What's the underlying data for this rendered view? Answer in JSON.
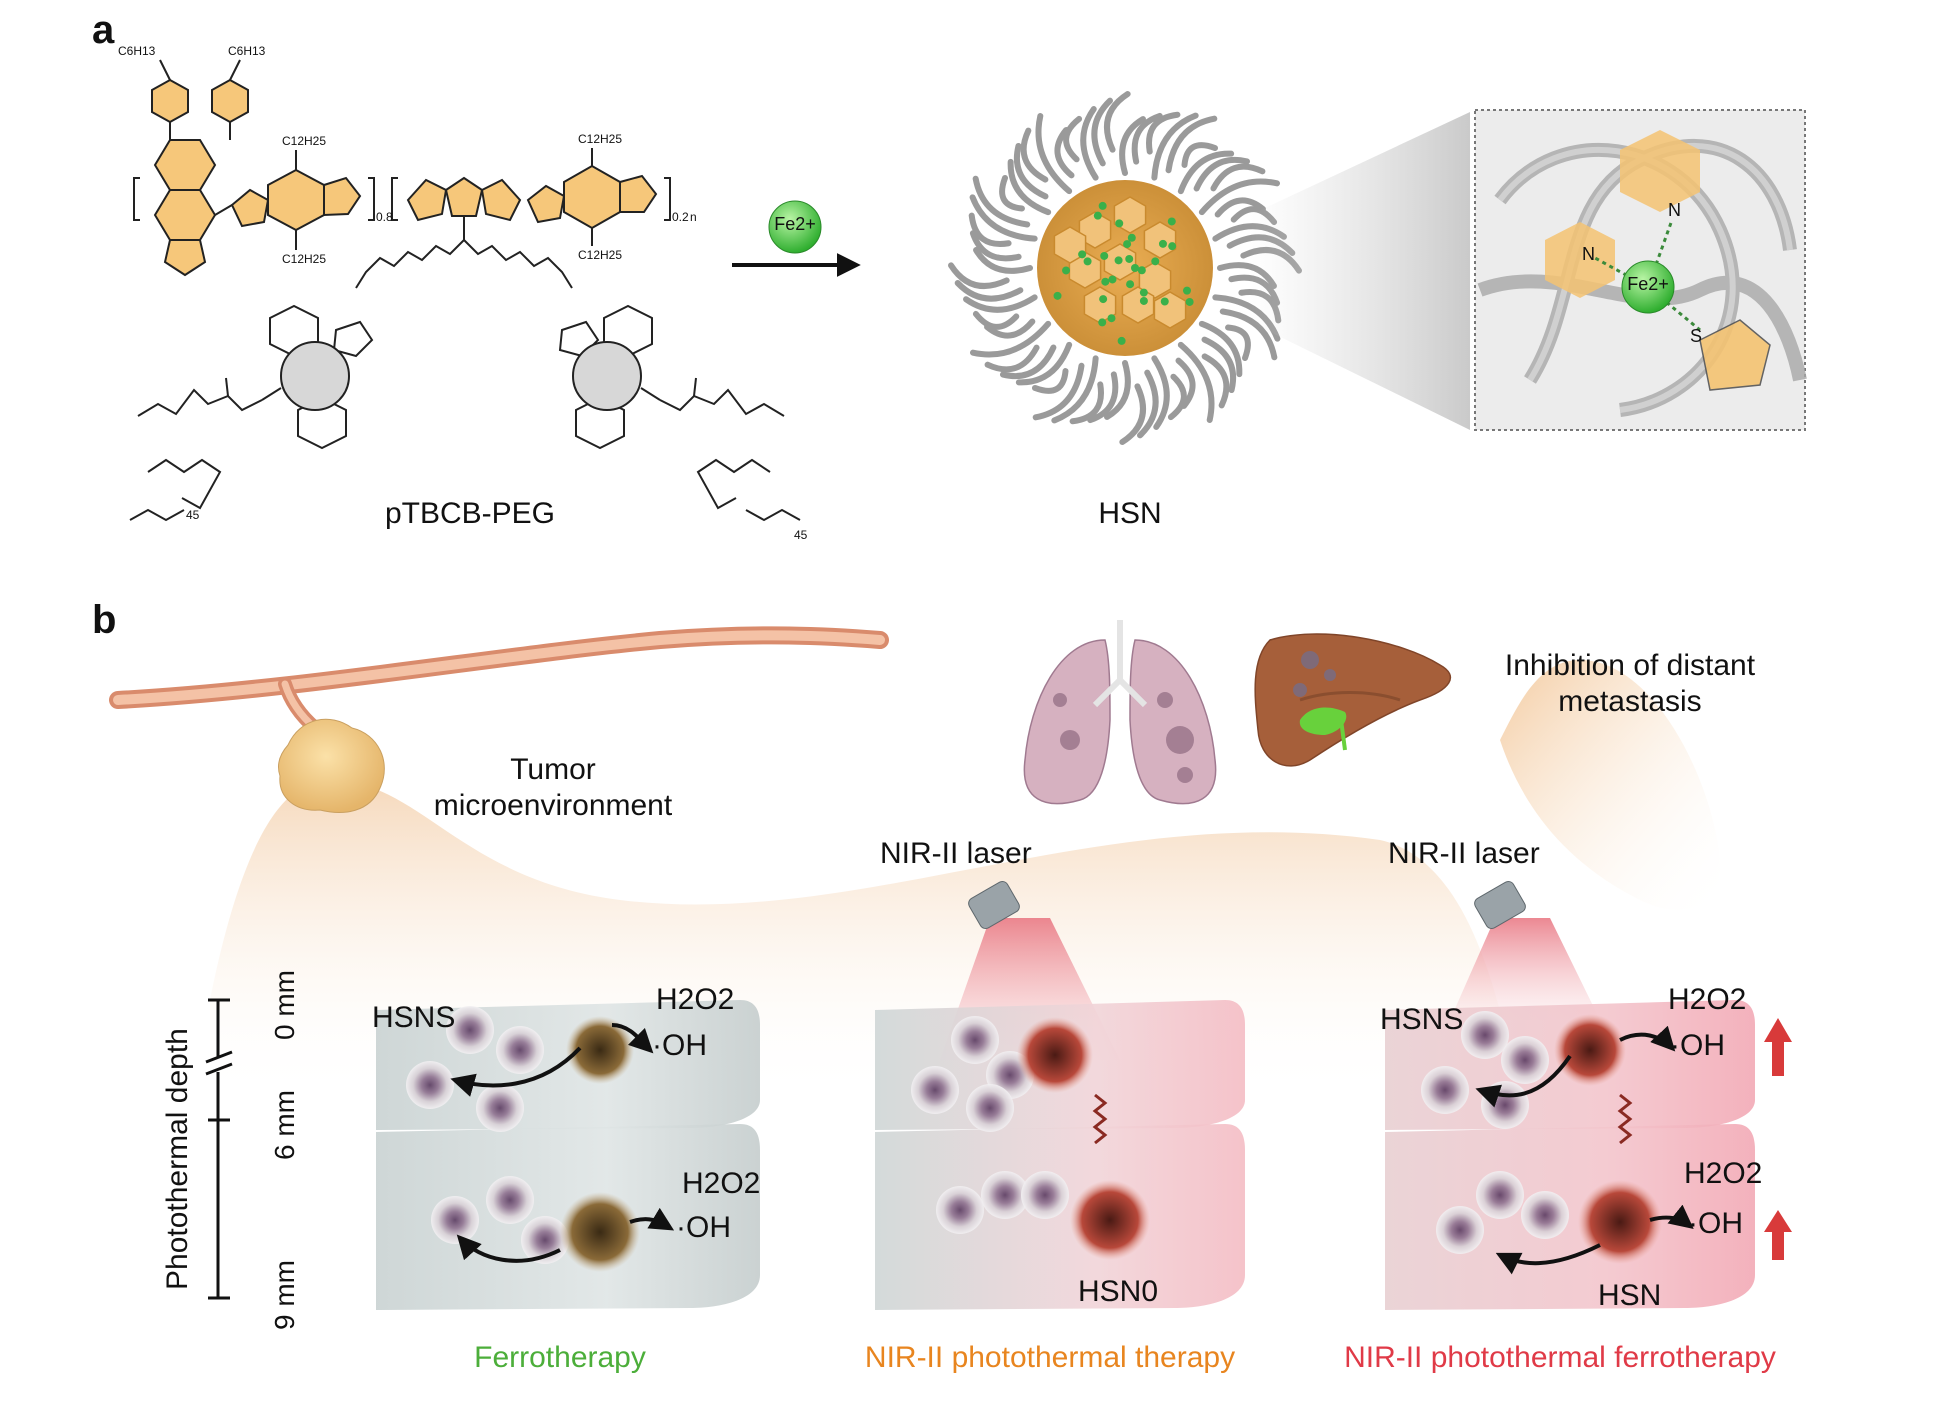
{
  "panel_a": {
    "letter": "a",
    "substituent_top_left": "C6H13",
    "substituent_top_right": "C6H13",
    "chain_1_top": "C12H25",
    "chain_1_bottom": "C12H25",
    "chain_2_top": "C12H25",
    "chain_2_bottom": "C12H25",
    "ratio_1": "0.8",
    "ratio_2": "0.2",
    "repeat_n": "n",
    "peg_repeat_left": "45",
    "peg_repeat_right": "45",
    "polymer_name": "pTBCB-PEG",
    "ion_label": "Fe2+",
    "nanoparticle_name": "HSN",
    "zoom_ion_label": "Fe2+",
    "zoom_atom_n1": "N",
    "zoom_atom_n2": "N",
    "zoom_atom_s": "S"
  },
  "panel_b": {
    "letter": "b",
    "tumor_label": "Tumor microenvironment",
    "metastasis_label": "Inhibition of distant metastasis",
    "laser_label_1": "NIR-II laser",
    "laser_label_2": "NIR-II laser",
    "depth_axis_label": "Photothermal depth",
    "depth_0": "0 mm",
    "depth_6": "6 mm",
    "depth_9": "9 mm",
    "block1": {
      "label_hsns": "HSNS",
      "h2o2_top": "H2O2",
      "oh_top": "·OH",
      "h2o2_bottom": "H2O2",
      "oh_bottom": "·OH",
      "caption": "Ferrotherapy"
    },
    "block2": {
      "particle_label": "HSN0",
      "caption": "NIR-II photothermal therapy"
    },
    "block3": {
      "label_hsns": "HSNS",
      "h2o2_top": "H2O2",
      "oh_top": "·OH",
      "h2o2_bottom": "H2O2",
      "oh_bottom": "·OH",
      "particle_label": "HSN",
      "caption": "NIR-II photothermal ferrotherapy"
    }
  },
  "colors": {
    "structure_orange": "#f6c77a",
    "iron_green": "#3cbf3c",
    "ferro_green": "#4cae3a",
    "ptt_orange": "#e8851f",
    "pft_red": "#e03a47",
    "arrow_red": "#d83a3a"
  }
}
